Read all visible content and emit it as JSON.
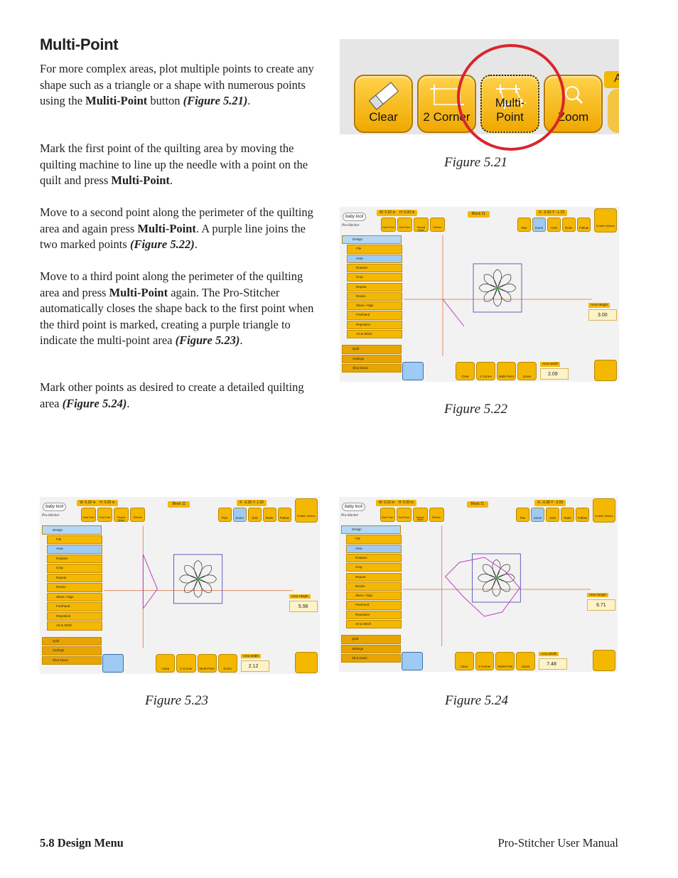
{
  "heading": "Multi-Point",
  "paragraphs": {
    "p1": {
      "a": "For more complex areas, plot multiple points to create any shape such as a triangle or a shape with numerous points using the ",
      "b": "Muliti-Point",
      "c": " button ",
      "d": "(Figure 5.21)",
      "e": "."
    },
    "p2": {
      "a": "Mark the first point of the quilting area by moving the quilting machine to line up the needle with a point on the quilt and press ",
      "b": "Multi-Point",
      "c": "."
    },
    "p3": {
      "a": "Move to a second point along the perimeter of the quilting area and again press ",
      "b": "Multi-Point",
      "c": ". A purple line joins the two marked points ",
      "d": "(Figure 5.22)",
      "e": "."
    },
    "p4": {
      "a": "Move to a third point along the perimeter of the quilting area and press ",
      "b": "Multi-Point",
      "c": " again. The Pro-Stitcher automatically closes the shape back to the first point when the third point is marked, creating a purple triangle to indicate the multi-point area ",
      "d": "(Figure 5.23)",
      "e": "."
    },
    "p5": {
      "a": "Mark other points as desired to create a detailed quilting area ",
      "b": "(Figure 5.24)",
      "c": "."
    }
  },
  "fig21": {
    "caption": "Figure 5.21",
    "buttons": [
      "Clear",
      "2 Corner",
      "Multi-Point",
      "Zoom"
    ],
    "partial_tab": "A",
    "highlight_color": "#d9252c"
  },
  "screens": {
    "menu": [
      "Design",
      "File",
      "Area",
      "Rotation",
      "Crop",
      "Repeat",
      "Resize",
      "Skew / Align",
      "Freehand",
      "Repostion",
      "Art & Stitch",
      "Quilt",
      "Settings",
      "Shut Down"
    ],
    "toolbar": [
      "Pan",
      "Zoom",
      "Grid",
      "Ruler",
      "Follow"
    ],
    "top_tools": [
      "Start Point",
      "End Point",
      "Repeat Mode",
      "Refresh"
    ],
    "block": "Block 11",
    "brand": "baby lock",
    "brand_sub": "Pro-Stitcher",
    "enable_motors": "Enable Motors",
    "bottom_buttons": [
      "Clear",
      "2 Corner",
      "Multi-Point",
      "Zoom"
    ],
    "area_height_label": "Area Height",
    "area_width_label": "Area Width",
    "purple": "#c040c0",
    "accent": "#f5b800"
  },
  "fig22": {
    "caption": "Figure 5.22",
    "w": "W: 5.02 in",
    "h": "H: 5.00 in",
    "xy": "X: -5.63  Y: -1.23",
    "area_height": "3.00",
    "area_width": "2.09"
  },
  "fig23": {
    "caption": "Figure 5.23",
    "w": "W: 5.02 in",
    "h": "H: 5.00 in",
    "xy": "X: -3.35  Y: 1.92",
    "area_height": "5.96",
    "area_width": "2.12"
  },
  "fig24": {
    "caption": "Figure 5.24",
    "w": "W: 5.02 in",
    "h": "H: 5.00 in",
    "xy": "X: -0.38  Y: -3.65",
    "area_height": "6.71",
    "area_width": "7.48"
  },
  "footer": {
    "left": "5.8 Design Menu",
    "right": "Pro-Stitcher User Manual"
  }
}
